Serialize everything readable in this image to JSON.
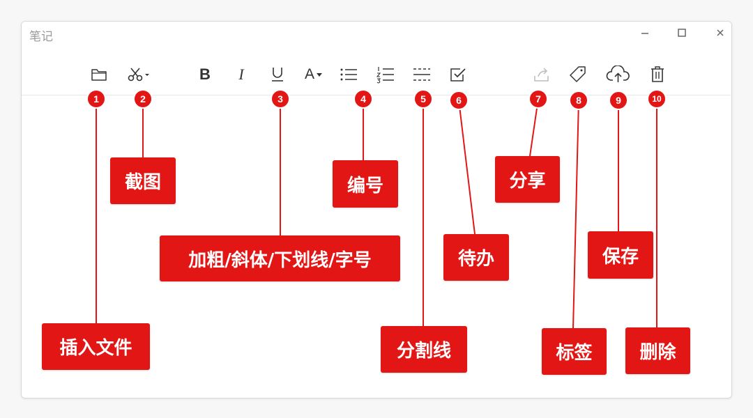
{
  "window": {
    "title": "笔记"
  },
  "window_controls": [
    {
      "name": "minimize-button",
      "icon": "minimize-icon"
    },
    {
      "name": "maximize-button",
      "icon": "maximize-icon"
    },
    {
      "name": "close-button",
      "icon": "close-icon"
    }
  ],
  "toolbar": {
    "bold_label": "B",
    "italic_label": "I",
    "font_size_label": "A"
  },
  "badges": [
    "1",
    "2",
    "3",
    "4",
    "5",
    "6",
    "7",
    "8",
    "9",
    "10"
  ],
  "callouts": {
    "insert_file": "插入文件",
    "screenshot": "截图",
    "formatting": "加粗/斜体/下划线/字号",
    "numbering": "编号",
    "divider": "分割线",
    "todo": "待办",
    "share": "分享",
    "tag": "标签",
    "save": "保存",
    "delete": "删除"
  },
  "colors": {
    "accent": "#e31616",
    "icon": "#333333",
    "icon_disabled": "#bbbbbb",
    "title": "#9a9a9a"
  }
}
